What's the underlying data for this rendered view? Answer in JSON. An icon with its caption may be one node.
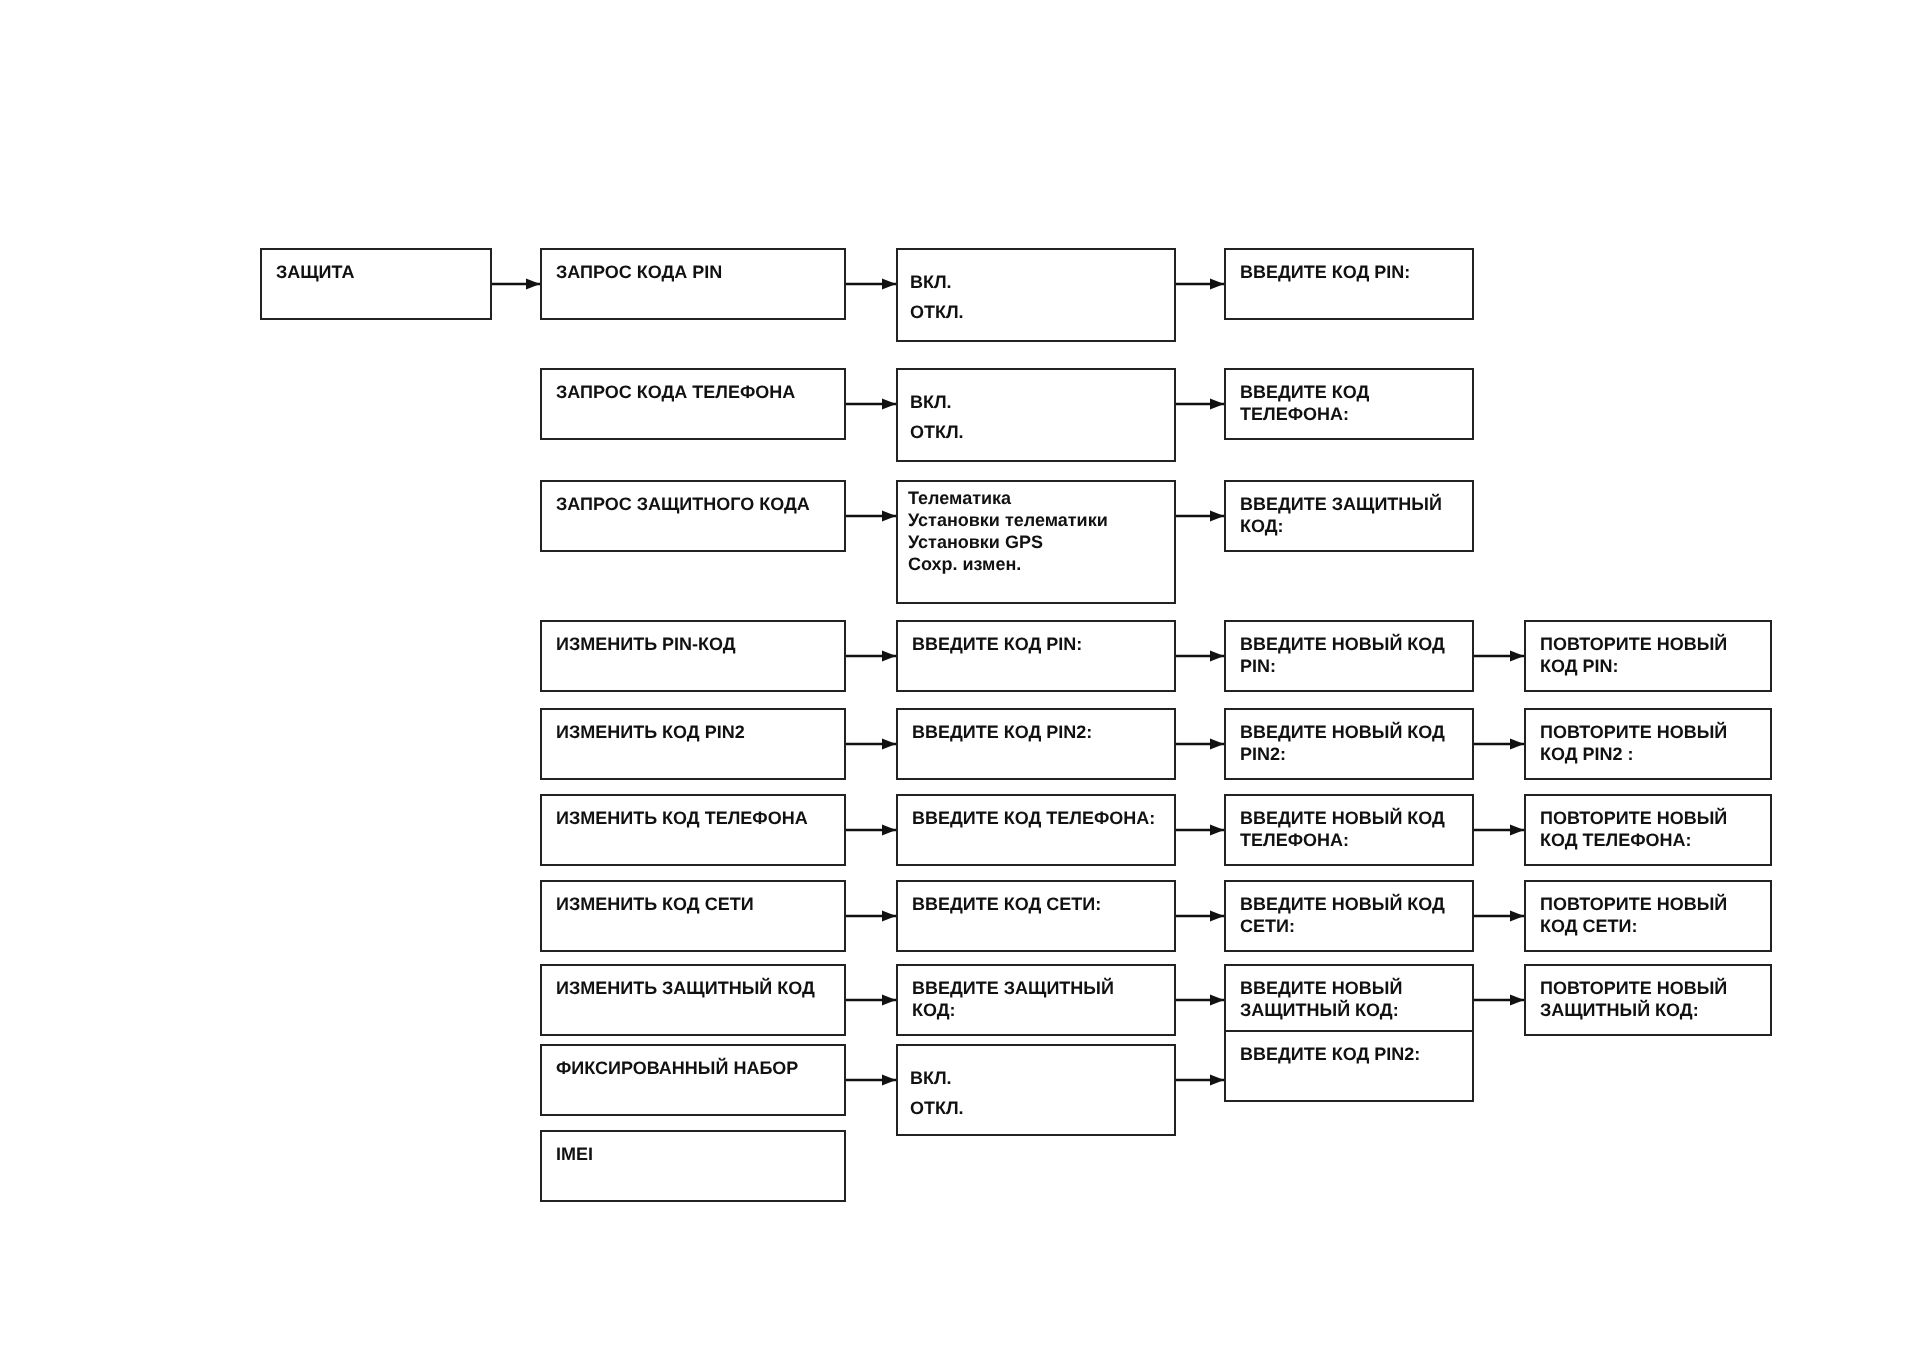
{
  "diagram": {
    "nodes": [
      {
        "text": [
          "ЗАЩИТА"
        ]
      },
      {
        "text": [
          "ЗАПРОС КОДА PIN"
        ]
      },
      {
        "text": [
          "ВКЛ.",
          "ОТКЛ."
        ]
      },
      {
        "text": [
          "ВВЕДИТЕ КОД PIN:"
        ]
      },
      {
        "text": [
          "ЗАПРОС КОДА ТЕЛЕФОНА"
        ]
      },
      {
        "text": [
          "ВКЛ.",
          "ОТКЛ."
        ]
      },
      {
        "text": [
          "ВВЕДИТЕ КОД ТЕЛЕФОНА:"
        ]
      },
      {
        "text": [
          "ЗАПРОС ЗАЩИТНОГО КОДА"
        ]
      },
      {
        "text": [
          "Телематика",
          "Установки телематики",
          "Установки GPS",
          "Сохр. измен."
        ]
      },
      {
        "text": [
          "ВВЕДИТЕ ЗАЩИТНЫЙ КОД:"
        ]
      },
      {
        "text": [
          "ИЗМЕНИТЬ PIN-КОД"
        ]
      },
      {
        "text": [
          "ВВЕДИТЕ КОД PIN:"
        ]
      },
      {
        "text": [
          "ВВЕДИТЕ НОВЫЙ КОД PIN:"
        ]
      },
      {
        "text": [
          "ПОВТОРИТЕ НОВЫЙ КОД PIN:"
        ]
      },
      {
        "text": [
          "ИЗМЕНИТЬ КОД PIN2"
        ]
      },
      {
        "text": [
          "ВВЕДИТЕ КОД PIN2:"
        ]
      },
      {
        "text": [
          "ВВЕДИТЕ НОВЫЙ КОД PIN2:"
        ]
      },
      {
        "text": [
          "ПОВТОРИТЕ НОВЫЙ КОД PIN2 :"
        ]
      },
      {
        "text": [
          "ИЗМЕНИТЬ КОД ТЕЛЕФОНА"
        ]
      },
      {
        "text": [
          "ВВЕДИТЕ КОД ТЕЛЕФОНА:"
        ]
      },
      {
        "text": [
          "ВВЕДИТЕ НОВЫЙ КОД ТЕЛЕФОНА:"
        ]
      },
      {
        "text": [
          "ПОВТОРИТЕ НОВЫЙ КОД ТЕЛЕФОНА:"
        ]
      },
      {
        "text": [
          "ИЗМЕНИТЬ КОД СЕТИ"
        ]
      },
      {
        "text": [
          "ВВЕДИТЕ КОД СЕТИ:"
        ]
      },
      {
        "text": [
          "ВВЕДИТЕ НОВЫЙ КОД СЕТИ:"
        ]
      },
      {
        "text": [
          "ПОВТОРИТЕ НОВЫЙ КОД СЕТИ:"
        ]
      },
      {
        "text": [
          "ИЗМЕНИТЬ ЗАЩИТНЫЙ КОД"
        ]
      },
      {
        "text": [
          "ВВЕДИТЕ ЗАЩИТНЫЙ КОД:"
        ]
      },
      {
        "text": [
          "ВВЕДИТЕ НОВЫЙ ЗАЩИТНЫЙ КОД:"
        ]
      },
      {
        "text": [
          "ПОВТОРИТЕ НОВЫЙ ЗАЩИТНЫЙ КОД:"
        ]
      },
      {
        "text": [
          "ФИКСИРОВАННЫЙ НАБОР"
        ]
      },
      {
        "text": [
          "ВКЛ.",
          "ОТКЛ."
        ]
      },
      {
        "text": [
          "ВВЕДИТЕ КОД PIN2:"
        ]
      },
      {
        "text": [
          "IMEI"
        ]
      }
    ],
    "edges": [
      {
        "from": 0,
        "to": 1,
        "arrow": "to"
      },
      {
        "from": 1,
        "to": 2,
        "arrow": "to"
      },
      {
        "from": 2,
        "to": 3,
        "arrow": "to"
      },
      {
        "from": 4,
        "to": 5,
        "arrow": "to"
      },
      {
        "from": 5,
        "to": 6,
        "arrow": "to"
      },
      {
        "from": 7,
        "to": 8,
        "arrow": "to"
      },
      {
        "from": 8,
        "to": 9,
        "arrow": "to"
      },
      {
        "from": 10,
        "to": 11,
        "arrow": "to"
      },
      {
        "from": 11,
        "to": 12,
        "arrow": "to"
      },
      {
        "from": 12,
        "to": 13,
        "arrow": "to"
      },
      {
        "from": 14,
        "to": 15,
        "arrow": "to"
      },
      {
        "from": 15,
        "to": 16,
        "arrow": "to"
      },
      {
        "from": 16,
        "to": 17,
        "arrow": "to"
      },
      {
        "from": 18,
        "to": 19,
        "arrow": "to"
      },
      {
        "from": 19,
        "to": 20,
        "arrow": "to"
      },
      {
        "from": 20,
        "to": 21,
        "arrow": "to"
      },
      {
        "from": 22,
        "to": 23,
        "arrow": "to"
      },
      {
        "from": 23,
        "to": 24,
        "arrow": "to"
      },
      {
        "from": 24,
        "to": 25,
        "arrow": "to"
      },
      {
        "from": 26,
        "to": 27,
        "arrow": "to"
      },
      {
        "from": 27,
        "to": 28,
        "arrow": "to"
      },
      {
        "from": 28,
        "to": 29,
        "arrow": "to"
      },
      {
        "from": 30,
        "to": 31,
        "arrow": "to"
      },
      {
        "from": 31,
        "to": 32,
        "arrow": "to"
      }
    ]
  }
}
